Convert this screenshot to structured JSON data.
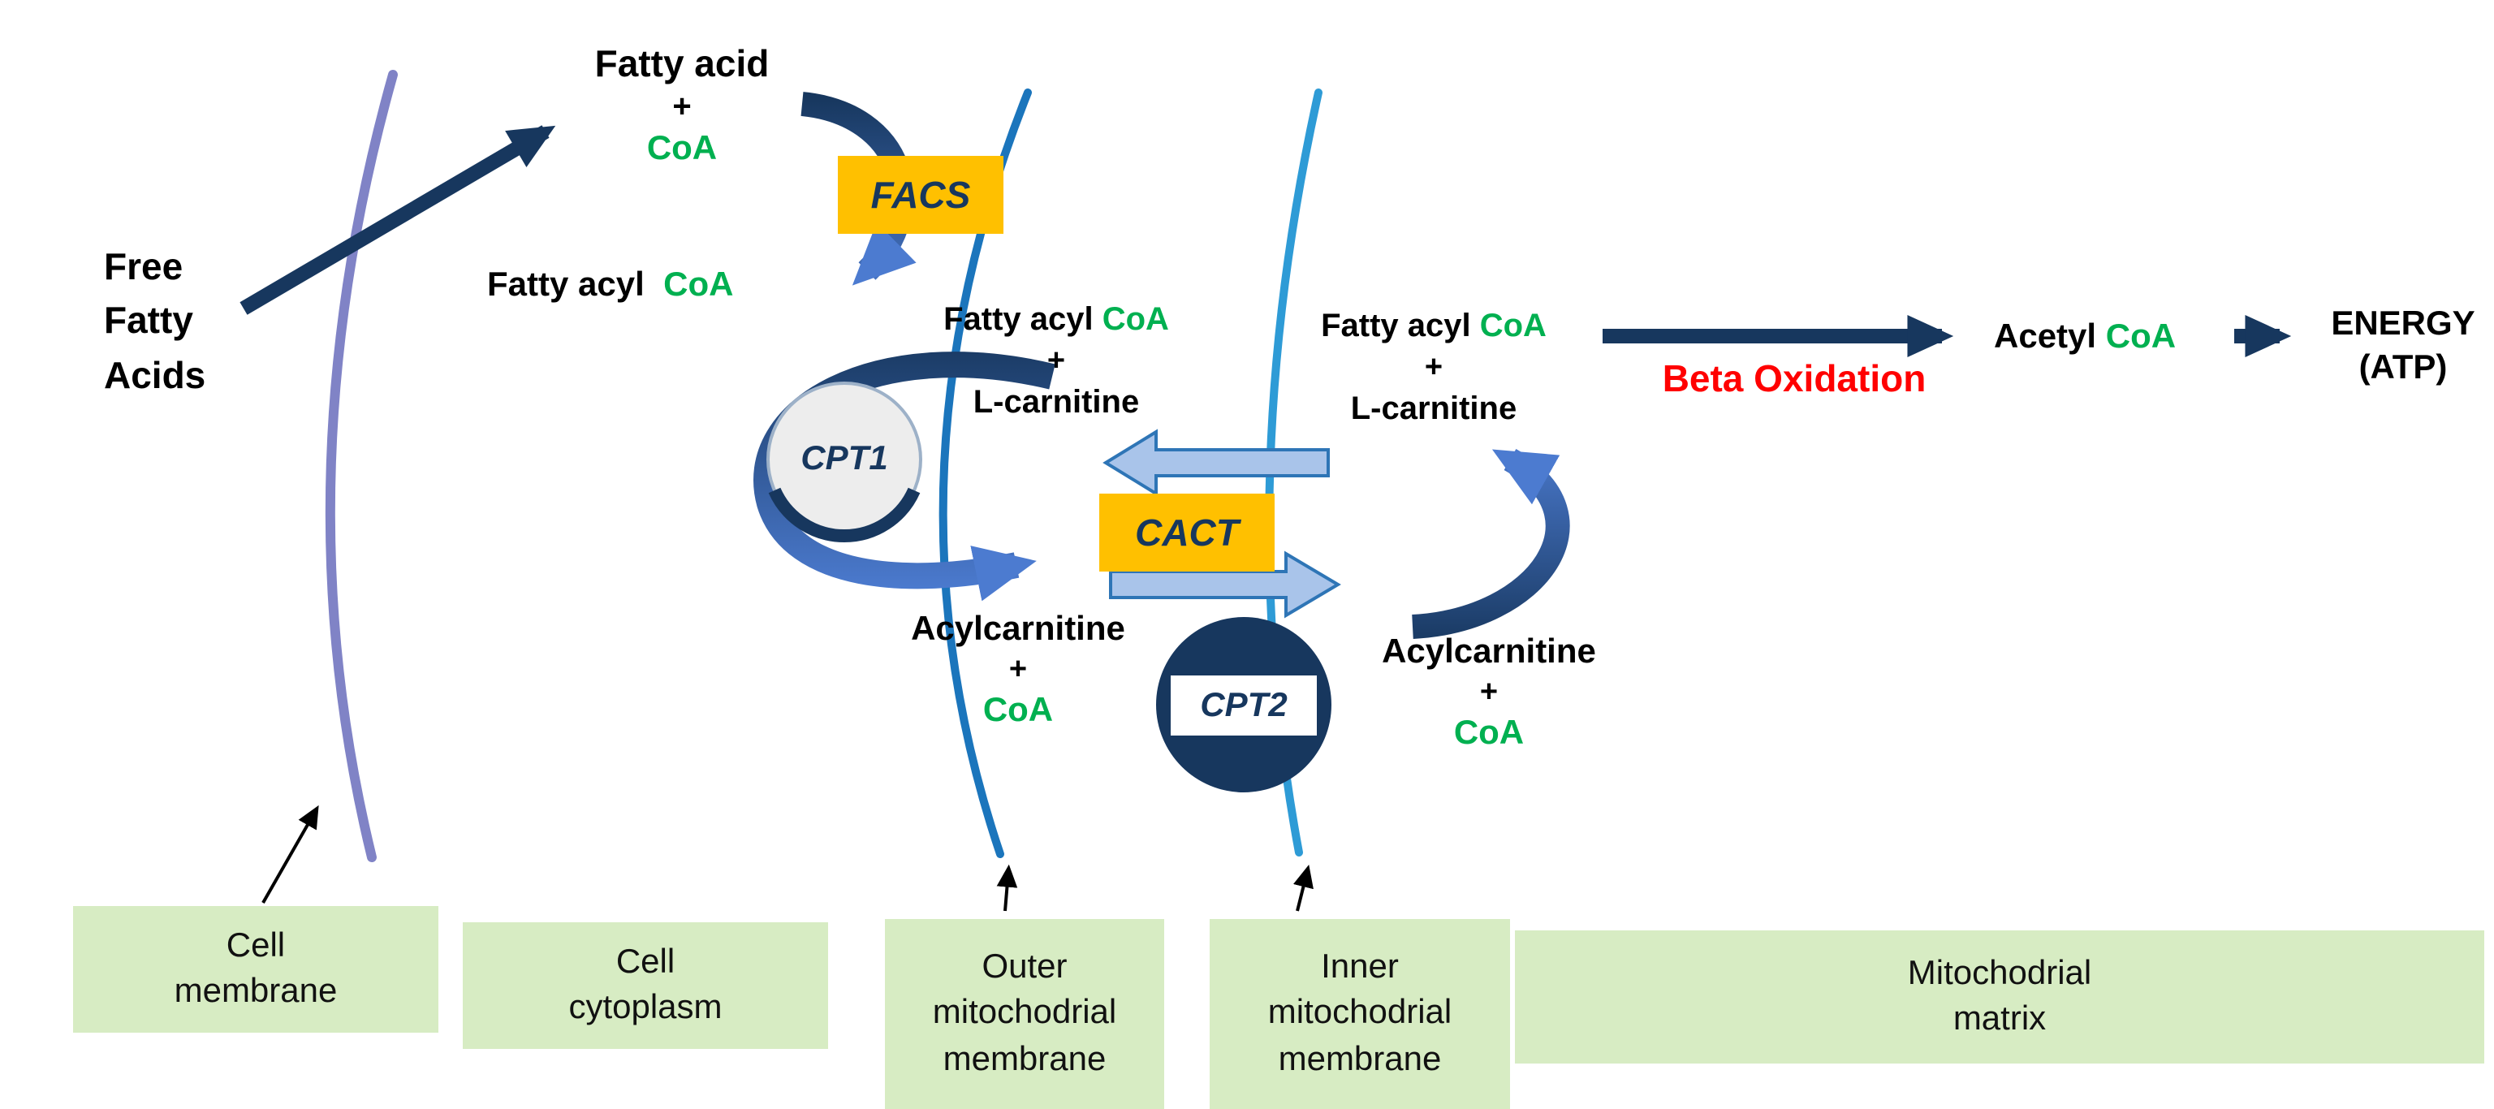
{
  "colors": {
    "navy": "#17375E",
    "mid_blue": "#4C7BD0",
    "membrane_blue_outer": "#1B75BC",
    "membrane_blue_inner": "#2E9BD6",
    "membrane_purple": "#8083C6",
    "block_arrow_fill": "#A9C4EA",
    "block_arrow_stroke": "#2E75B6",
    "enzyme_orange": "#FFC000",
    "coa_green": "#00B050",
    "beta_red": "#FF0000",
    "compartment_green": "#D7ECC3"
  },
  "labels": {
    "free_fatty_acids": "Free\nFatty\nAcids",
    "fatty_acid": "Fatty acid",
    "plus": "+",
    "coa": "CoA",
    "facs": "FACS",
    "fatty_acyl": "Fatty acyl",
    "l_carnitine": "L-carnitine",
    "cpt1": "CPT1",
    "cact": "CACT",
    "cpt2": "CPT2",
    "acylcarnitine": "Acylcarnitine",
    "beta_oxidation": "Beta Oxidation",
    "acetyl": "Acetyl",
    "energy": "ENERGY\n(ATP)"
  },
  "compartments": [
    {
      "label": "Cell\nmembrane"
    },
    {
      "label": "Cell\ncytoplasm"
    },
    {
      "label": "Outer\nmitochodrial\nmembrane"
    },
    {
      "label": "Inner\nmitochodrial\nmembrane"
    },
    {
      "label": "Mitochodrial\nmatrix"
    }
  ]
}
